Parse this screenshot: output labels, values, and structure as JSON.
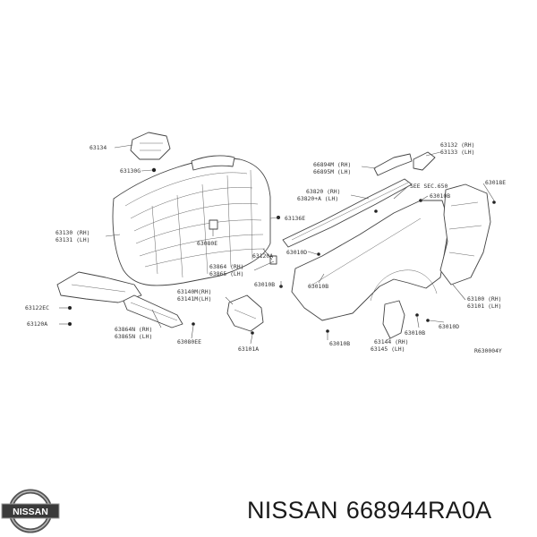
{
  "diagram": {
    "labels": {
      "p63134": "63134",
      "p63130G": "63130G",
      "p63130": "63130 (RH)",
      "p63131": "63131 (LH)",
      "p63122EC": "63122EC",
      "p63120A_left": "63120A",
      "p63080E": "63080E",
      "p63120A_mid": "63120A",
      "p63864N": "63864N (RH)",
      "p63865N": "63865N (LH)",
      "p63080EE": "63080EE",
      "p63140M": "63140M(RH)",
      "p63141M": "63141M(LH)",
      "p63101A": "63101A",
      "p63864_rh": "63864 (RH)",
      "p63865_lh": "63865 (LH)",
      "p63010B_a": "63010B",
      "p66894": "66894M (RH)",
      "p66895": "66895M (LH)",
      "p63820": "63820 (RH)",
      "p63820A": "63820+A (LH)",
      "p63136E": "63136E",
      "p63010D": "63010D",
      "p63010B_b": "63010B",
      "see_sec": "SEE SEC.650",
      "p63010B_c": "63010B",
      "p63132": "63132 (RH)",
      "p63133": "63133 (LH)",
      "p63018E": "63018E",
      "p63100": "63100 (RH)",
      "p63101": "63101 (LH)",
      "p63010B_d": "63010B",
      "p63010D_b": "63010D",
      "p63144": "63144 (RH)",
      "p63145": "63145 (LH)",
      "ref_code": "R630004Y"
    }
  },
  "footer": {
    "logo_text": "NISSAN",
    "brand": "NISSAN",
    "part_number": "668944RA0A"
  }
}
